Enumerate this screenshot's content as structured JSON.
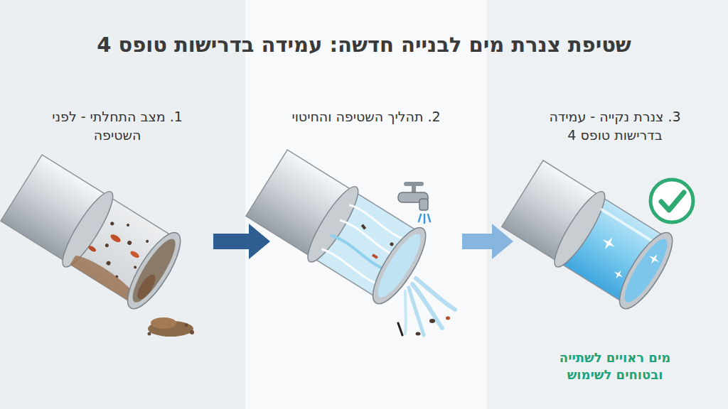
{
  "diagram": {
    "title": "שטיפת צנרת מים לבנייה חדשה: עמידה בדרישות טופס 4",
    "nodes": [
      {
        "text": [
          "1. מצב התחלתי - לפני השטיפה"
        ]
      },
      {
        "text": [
          "2. תהליך השטיפה והחיטוי"
        ]
      },
      {
        "text": [
          "3. צנרת נקייה - עמידה בדרישות טופס 4",
          "מים ראויים לשתייה ובטוחים לשימוש"
        ]
      }
    ],
    "edges": [
      {
        "from": 0,
        "to": 1,
        "arrow": "to"
      },
      {
        "from": 1,
        "to": 2,
        "arrow": "to"
      }
    ]
  }
}
